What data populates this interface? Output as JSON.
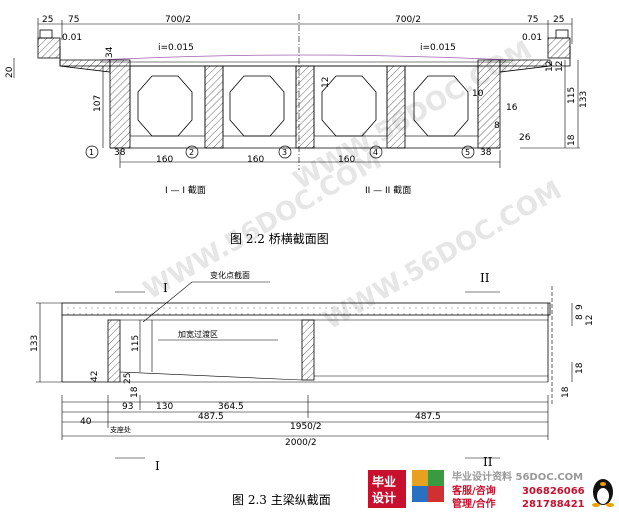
{
  "cross_section": {
    "dims_top": [
      "25",
      "75",
      "700/2",
      "700/2",
      "75",
      "25"
    ],
    "curb_labels": [
      "0.01",
      "0.01"
    ],
    "slope_left": "i=0.015",
    "slope_right": "i=0.015",
    "left_side_labels": [
      "20",
      "107",
      "34"
    ],
    "right_side_labels": [
      "12",
      "12",
      "115",
      "133",
      "18",
      "10",
      "16",
      "8",
      "26"
    ],
    "mid_label": "12",
    "bottom_labels": [
      "38",
      "160",
      "160",
      "160",
      "38"
    ],
    "circled": [
      "1",
      "2",
      "3",
      "4",
      "5"
    ],
    "section_label_1": "I — I 截面",
    "section_label_2": "II — II 截面",
    "caption": "图 2.2    桥横截面图"
  },
  "longitudinal": {
    "roman_top_left": "I",
    "roman_top_right": "II",
    "roman_bottom_left": "I",
    "roman_bottom_right": "II",
    "label_change_section": "变化点截面",
    "label_thickened": "加宽过渡区",
    "left_height": "133",
    "web_height": "115",
    "small_42": "42",
    "small_25": "25",
    "small_18": "18",
    "right_labels": [
      "9",
      "8",
      "12",
      "18",
      "18"
    ],
    "dim_93": "93",
    "dim_130": "130",
    "dim_3645": "364.5",
    "dim_4875a": "487.5",
    "dim_4875b": "487.5",
    "dim_40": "40",
    "dim_support": "支座处",
    "dim_1950": "1950/2",
    "dim_2000": "2000/2",
    "caption": "图 2.3    主梁纵截面"
  },
  "watermark": "WWW.56DOC.COM",
  "brand": {
    "logo_line1": "毕业",
    "logo_line2": "设计",
    "site": "毕业设计资料 56DOC.COM",
    "row1_label": "客服/咨询",
    "row1_number": "306826066",
    "row2_label": "管理/合作",
    "row2_number": "281788421"
  }
}
